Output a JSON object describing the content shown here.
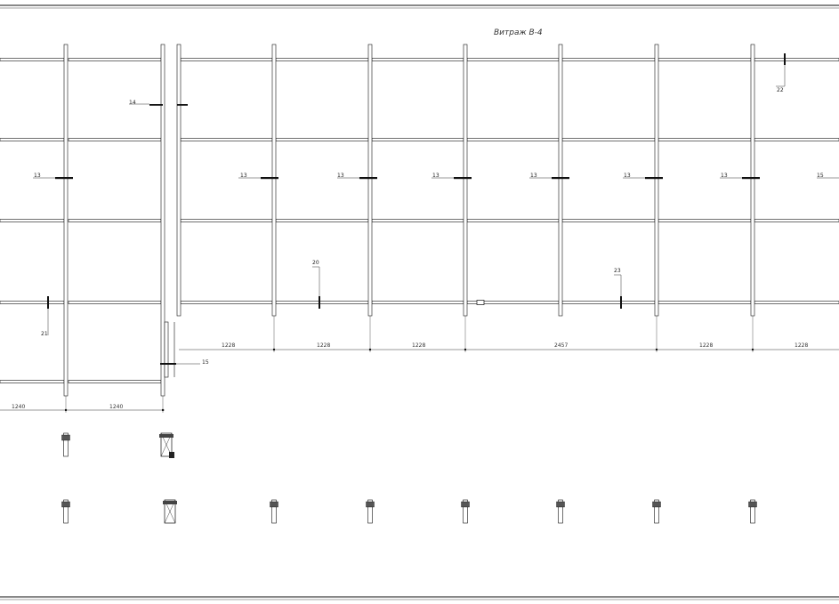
{
  "title": "Витраж В-4",
  "labels": {
    "l14": "14",
    "l22": "22",
    "l13a": "13",
    "l13b": "13",
    "l13c": "13",
    "l13d": "13",
    "l13e": "13",
    "l13f": "13",
    "l13g": "13",
    "l15a": "15",
    "l20": "20",
    "l21": "21",
    "l23": "23",
    "l15b": "15"
  },
  "dimensions": {
    "d1": "1228",
    "d2": "1228",
    "d3": "1228",
    "d4": "2457",
    "d5": "1228",
    "d6": "1228",
    "d7": "1240",
    "d8": "1240"
  }
}
